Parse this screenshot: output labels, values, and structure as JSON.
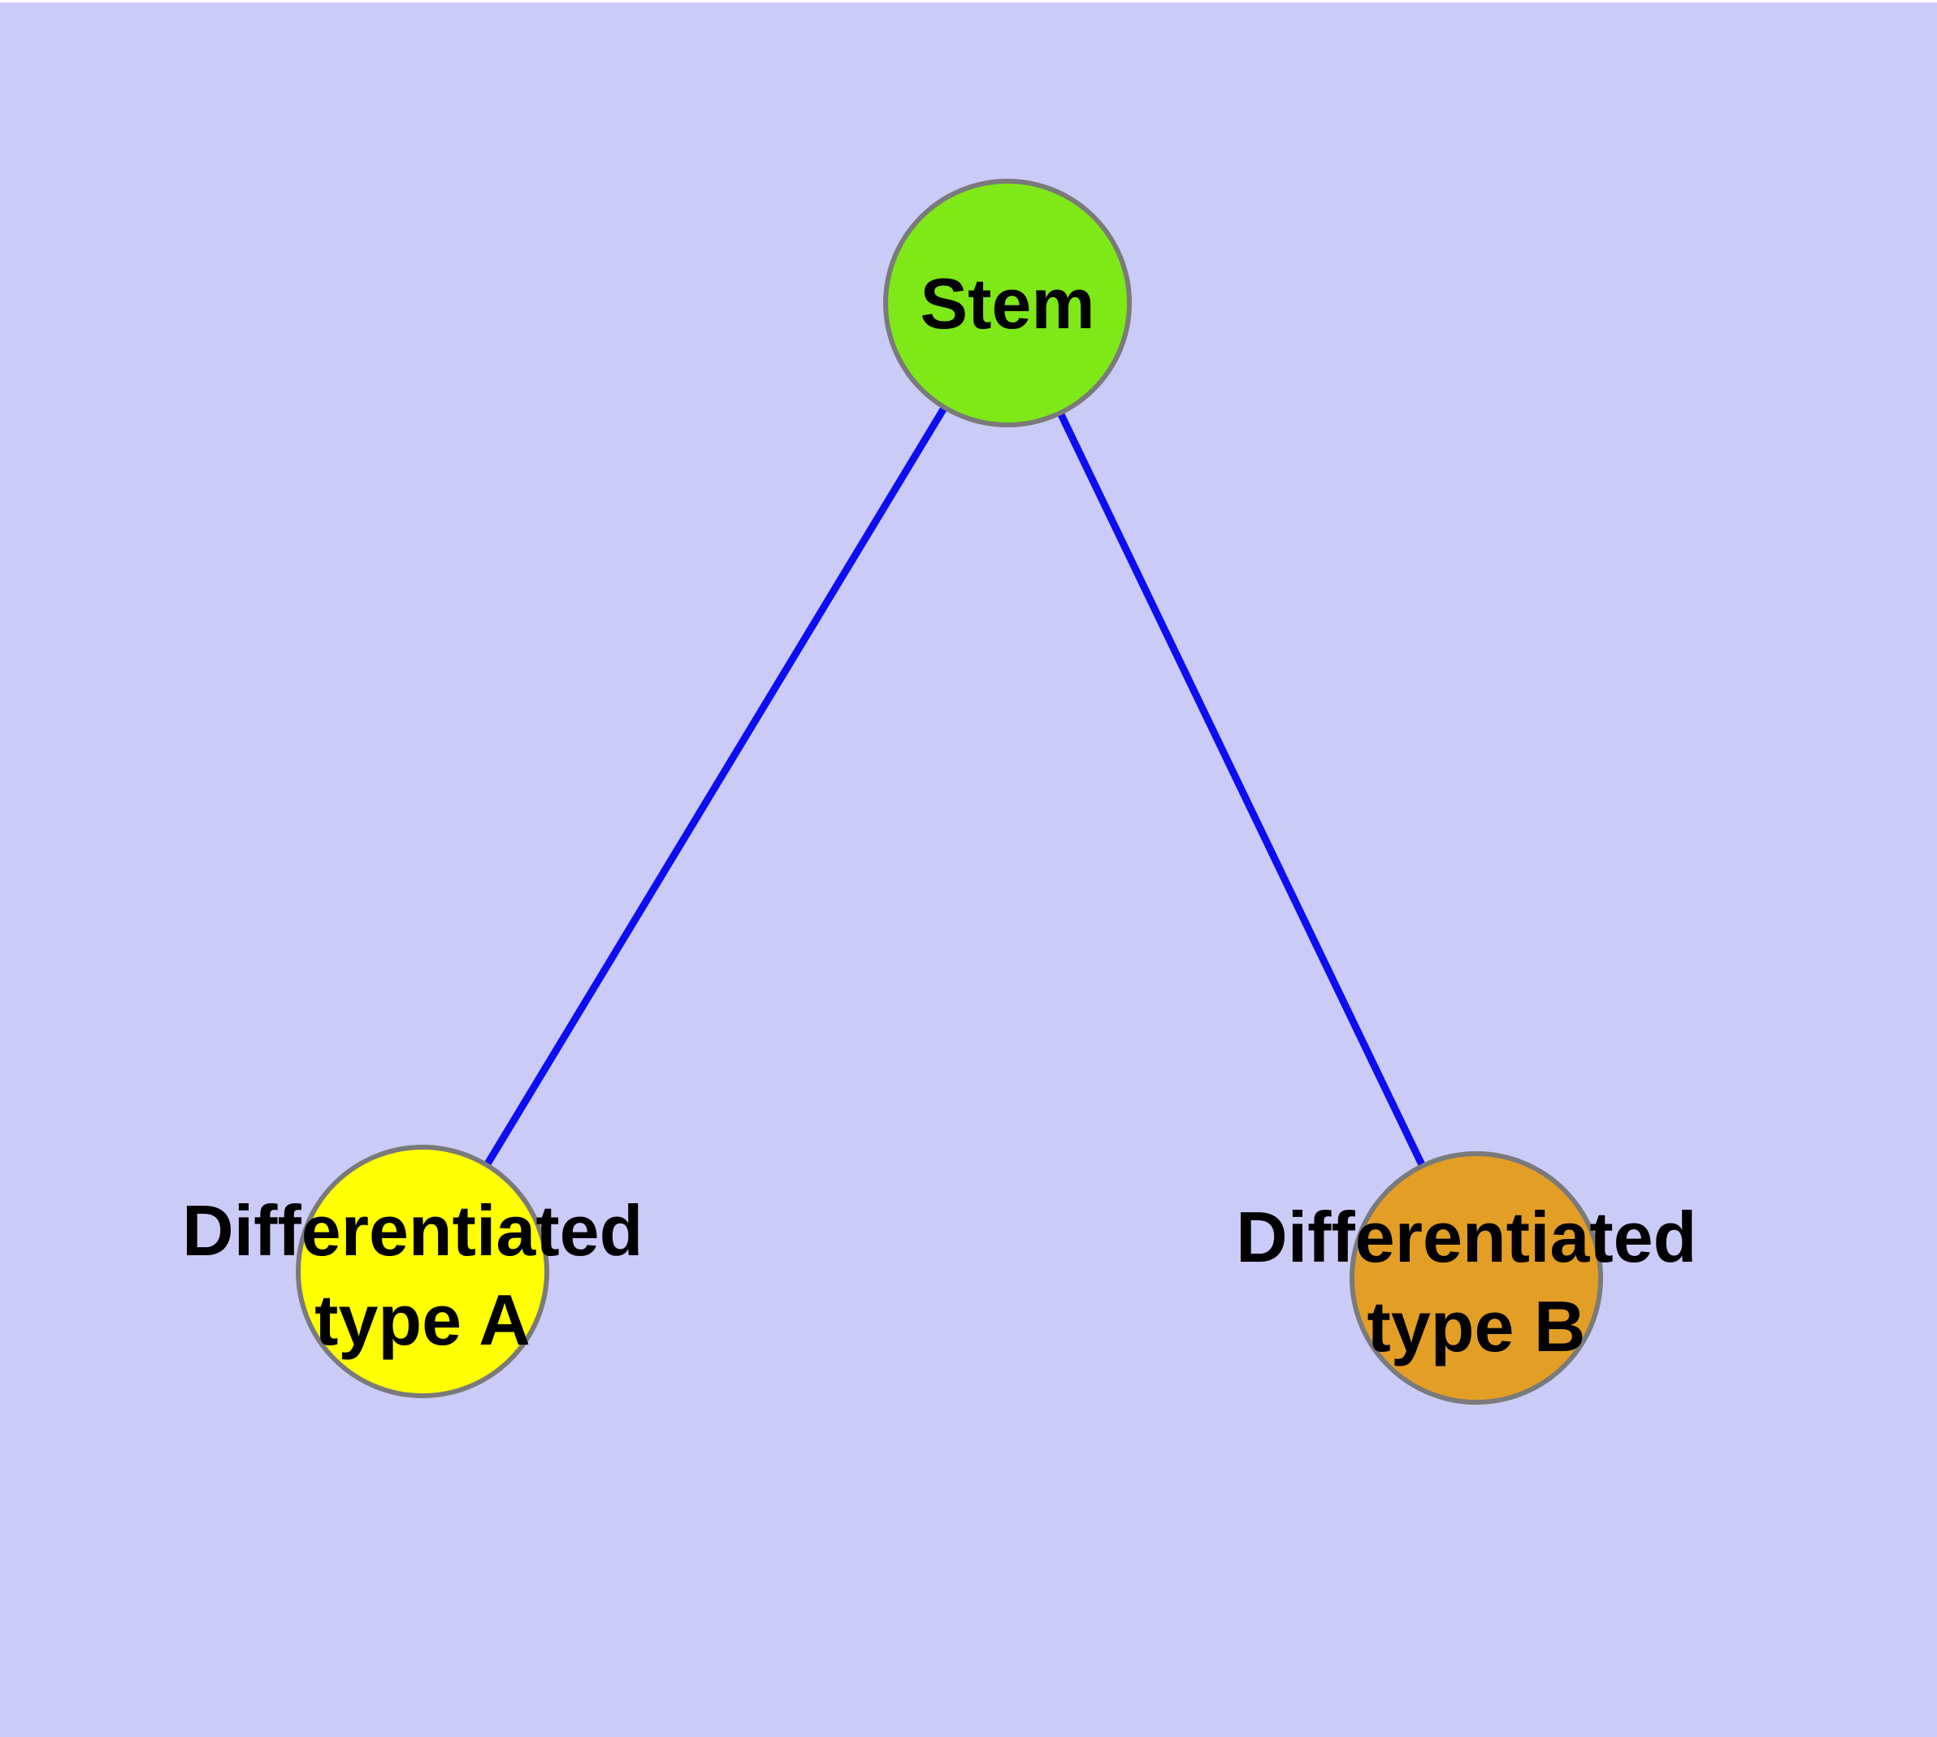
{
  "diagram": {
    "background_color": "#CBCBF7",
    "top_strip_color": "#FFFFFF",
    "edge_color": "#0D0DF2",
    "node_border_color": "#7A7A7A",
    "nodes": {
      "stem": {
        "label": "Stem",
        "color": "#7FE817"
      },
      "type_a": {
        "label_line1": "Differentiated",
        "label_line2": "type A",
        "color": "#FFFF00"
      },
      "type_b": {
        "label_line1": "Differentiated",
        "label_line2": "type B",
        "color": "#E39E25"
      }
    },
    "edges": [
      {
        "from": "Stem",
        "to": "Differentiated type A"
      },
      {
        "from": "Stem",
        "to": "Differentiated type B"
      }
    ]
  }
}
